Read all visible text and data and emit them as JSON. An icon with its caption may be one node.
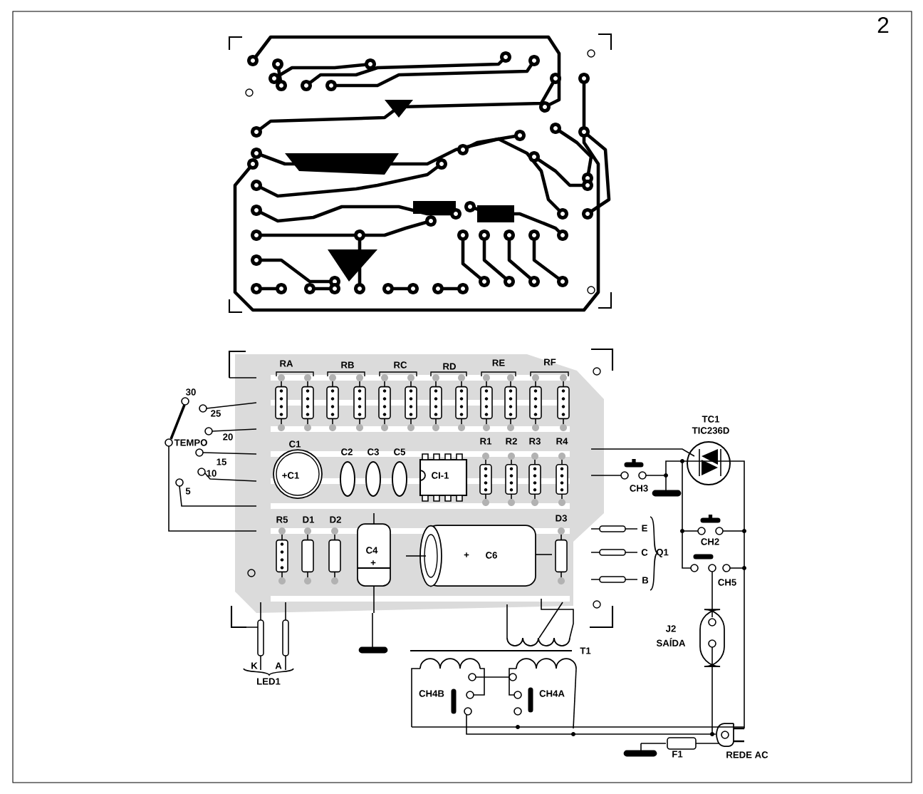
{
  "diagram": {
    "labels": [
      "2",
      "RA",
      "RB",
      "RC",
      "RD",
      "RE",
      "RF",
      "30",
      "25",
      "TEMPO",
      "20",
      "15",
      "10",
      "5",
      "C1",
      "+C1",
      "C2",
      "C3",
      "C5",
      "CI-1",
      "R1",
      "R2",
      "R3",
      "R4",
      "TC1",
      "TIC236D",
      "CH3",
      "R5",
      "D1",
      "D2",
      "D3",
      "E",
      "C4",
      "+",
      "+",
      "C6",
      "C",
      "Q1",
      "CH2",
      "B",
      "CH5",
      "J2",
      "SAÍDA",
      "T1",
      "K",
      "A",
      "LED1",
      "CH4B",
      "CH4A",
      "F1",
      "REDE AC"
    ]
  }
}
